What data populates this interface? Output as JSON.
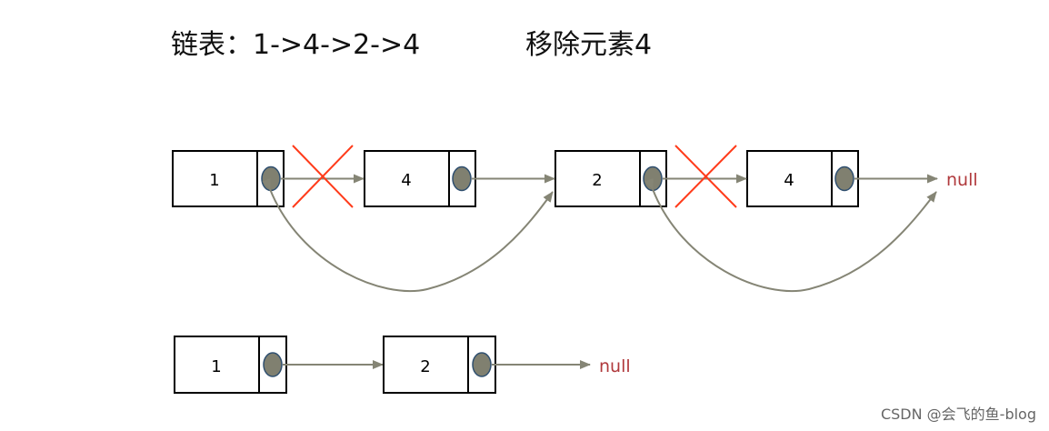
{
  "title": {
    "list_label": "链表：",
    "list_value": "1->4->2->4",
    "operation": "移除元素4"
  },
  "before": {
    "nodes": [
      {
        "value": "1",
        "removed": false
      },
      {
        "value": "4",
        "removed": true
      },
      {
        "value": "2",
        "removed": false
      },
      {
        "value": "4",
        "removed": true
      }
    ],
    "terminal": "null"
  },
  "after": {
    "nodes": [
      {
        "value": "1"
      },
      {
        "value": "2"
      }
    ],
    "terminal": "null"
  },
  "watermark": "CSDN @会飞的鱼-blog",
  "colors": {
    "node_border": "#000000",
    "pointer_fill": "#808070",
    "pointer_stroke": "#2f4f6f",
    "arrow": "#858575",
    "cross": "#ff3b1a",
    "null_text": "#b0393c"
  }
}
